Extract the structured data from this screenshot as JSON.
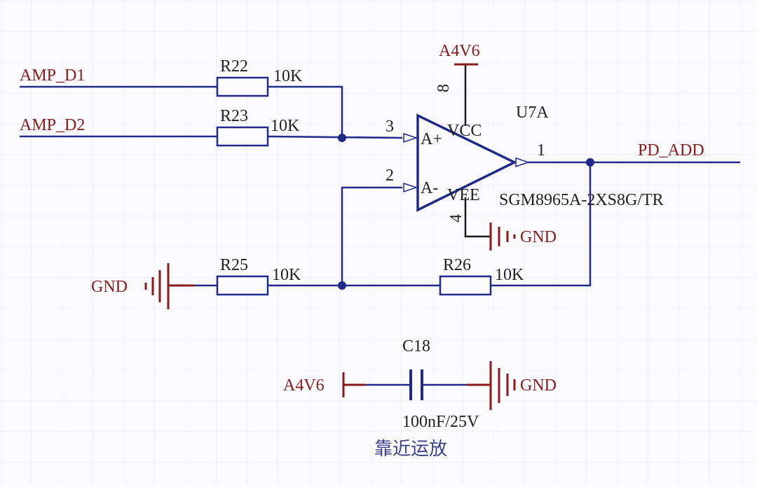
{
  "colors": {
    "grid": "#e6e6ee",
    "wire": "#1f2a8a",
    "net_label": "#8b1a1a",
    "text": "#222222",
    "power": "#8b1a1a",
    "background": "#fbfbfd"
  },
  "nets": {
    "amp_d1": "AMP_D1",
    "amp_d2": "AMP_D2",
    "pd_add": "PD_ADD",
    "a4v6_top": "A4V6",
    "a4v6_cap": "A4V6",
    "gnd_opamp": "GND",
    "gnd_r25": "GND",
    "gnd_cap": "GND"
  },
  "resistors": {
    "r22": {
      "designator": "R22",
      "value": "10K"
    },
    "r23": {
      "designator": "R23",
      "value": "10K"
    },
    "r25": {
      "designator": "R25",
      "value": "10K"
    },
    "r26": {
      "designator": "R26",
      "value": "10K"
    }
  },
  "capacitor": {
    "designator": "C18",
    "value": "100nF/25V"
  },
  "opamp": {
    "designator": "U7A",
    "part": "SGM8965A-2XS8G/TR",
    "pin_vcc": "VCC",
    "pin_vee": "VEE",
    "pin_in_plus": "A+",
    "pin_in_minus": "A-",
    "pin_num_plus": "3",
    "pin_num_minus": "2",
    "pin_num_out": "1",
    "pin_num_vcc": "8",
    "pin_num_vee": "4"
  },
  "note": "靠近运放",
  "icons": [
    "ground-icon",
    "power-port-icon",
    "resistor-icon",
    "capacitor-icon",
    "opamp-icon",
    "junction-dot-icon"
  ]
}
